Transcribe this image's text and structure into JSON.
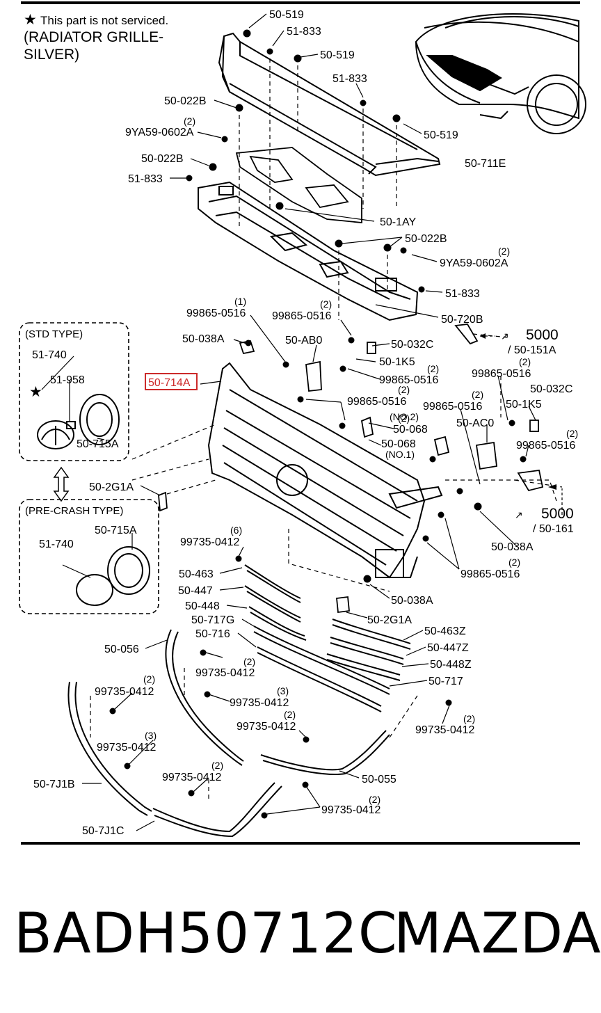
{
  "header": {
    "note": "This part is not serviced.",
    "title_line1": "(RADIATOR GRILLE-",
    "title_line2": "SILVER)"
  },
  "boxes": {
    "std_type": "(STD TYPE)",
    "pre_crash_type": "(PRE-CRASH TYPE)"
  },
  "refs": {
    "fig_5000_a": "5000",
    "fig_151a": "/ 50-151A",
    "fig_5000_b": "5000",
    "fig_161": "/ 50-161"
  },
  "labels": {
    "l01": "50-519",
    "l02": "51-833",
    "l03": "50-519",
    "l04": "51-833",
    "l05": "50-022B",
    "l06": "9YA59-0602A",
    "l07": "50-519",
    "l08": "50-022B",
    "l09": "50-711E",
    "l10": "51-833",
    "l11": "50-1AY",
    "l12": "50-022B",
    "l13": "9YA59-0602A",
    "l14": "51-833",
    "l15": "99865-0516",
    "l16": "99865-0516",
    "l17": "50-720B",
    "l18": "50-038A",
    "l19": "50-AB0",
    "l20": "50-032C",
    "l21": "50-1K5",
    "l22": "50-714A",
    "l23": "99865-0516",
    "l24": "99865-0516",
    "l25": "99865-0516",
    "l26": "50-032C",
    "l27": "50-1K5",
    "l28": "99865-0516",
    "l29": "50-068",
    "l30": "50-068",
    "l31": "50-AC0",
    "l32": "99865-0516",
    "l33": "51-740",
    "l34": "51-958",
    "l35": "50-715A",
    "l36": "50-2G1A",
    "l37": "50-715A",
    "l38": "51-740",
    "l39": "99735-0412",
    "l40": "50-463",
    "l41": "50-447",
    "l42": "50-448",
    "l43": "50-038A",
    "l44": "99865-0516",
    "l45": "50-038A",
    "l46": "50-2G1A",
    "l47": "50-717G",
    "l48": "50-716",
    "l49": "50-463Z",
    "l50": "50-447Z",
    "l51": "50-448Z",
    "l52": "50-717",
    "l53": "50-056",
    "l54": "99735-0412",
    "l55": "99735-0412",
    "l56": "99735-0412",
    "l57": "99735-0412",
    "l58": "99735-0412",
    "l59": "99735-0412",
    "l60": "99735-0412",
    "l61": "50-055",
    "l62": "99735-0412",
    "l63": "50-7J1B",
    "l64": "50-7J1C"
  },
  "quantities": {
    "q01": "(2)",
    "q02": "(2)",
    "q03": "(1)",
    "q04": "(2)",
    "q05": "(2)",
    "q06": "(2)",
    "q07": "(2)",
    "q08": "(2)",
    "q09": "(2)",
    "q10": "(2)",
    "q11": "(6)",
    "q12": "(2)",
    "q13": "(2)",
    "q14": "(3)",
    "q15": "(2)",
    "q16": "(2)",
    "q17": "(2)",
    "q18": "(3)",
    "q19": "(2)",
    "q20": "(2)"
  },
  "notes": {
    "no2": "(NO.2)",
    "no1": "(NO.1)"
  },
  "highlight": {
    "color": "#cc2a2a",
    "part": "50-714A"
  },
  "footer": {
    "part_number": "BADH50712C",
    "brand": "MAZDA"
  }
}
